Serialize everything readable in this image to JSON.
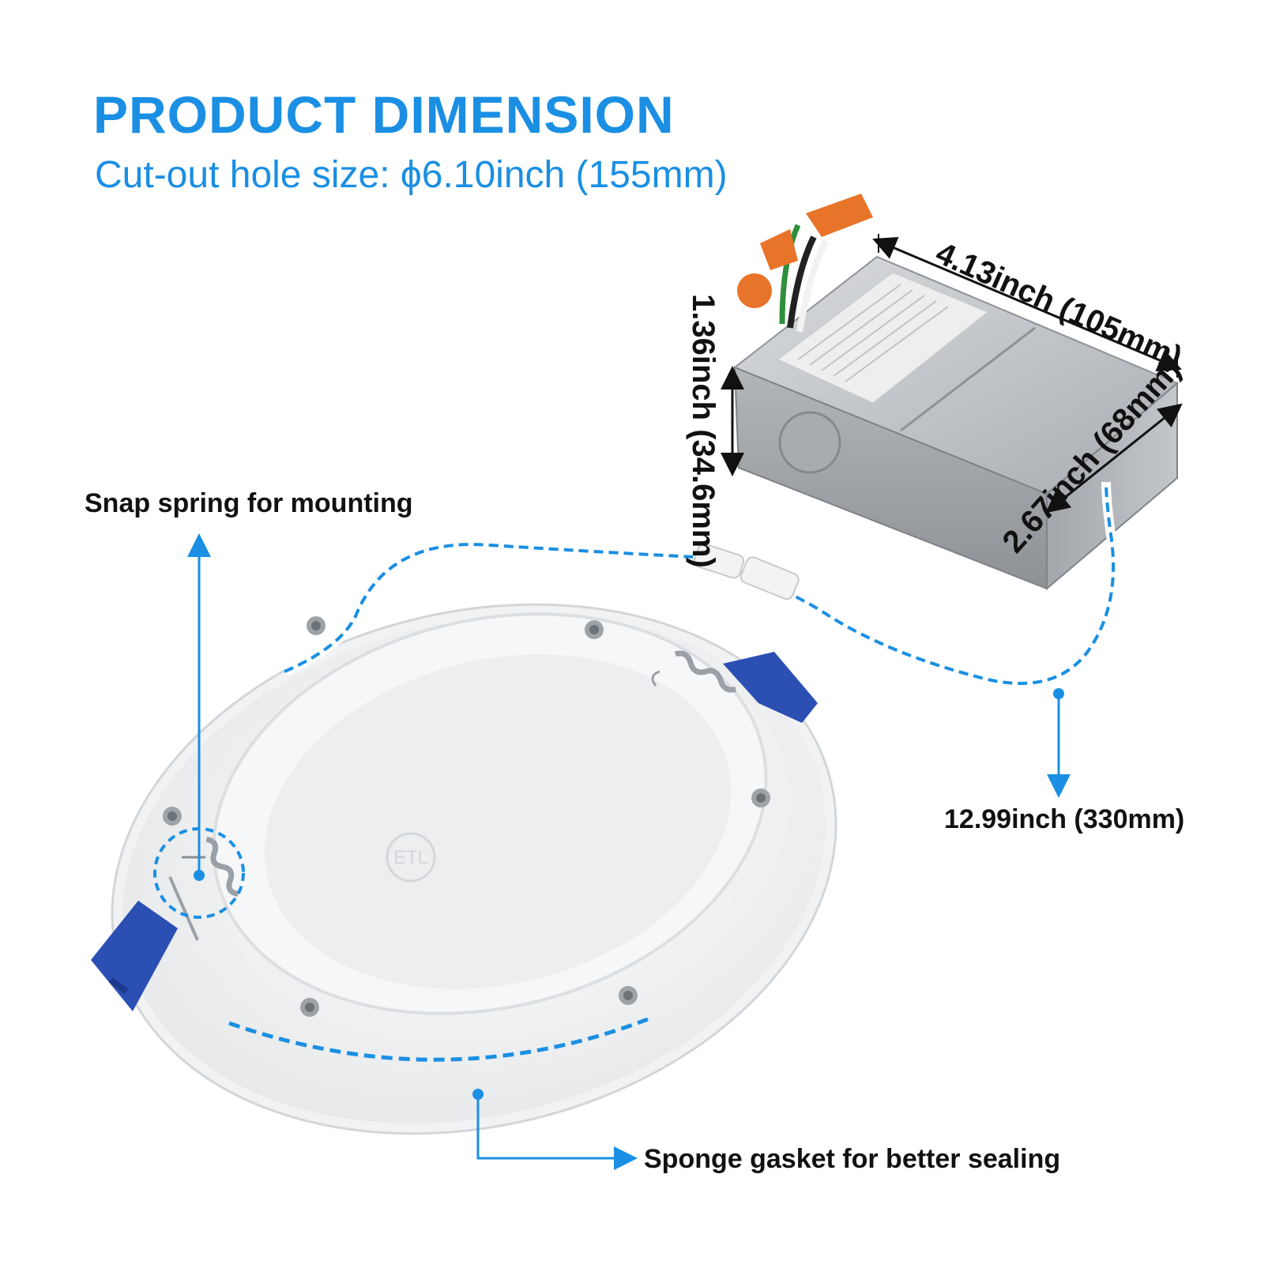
{
  "header": {
    "title": "PRODUCT DIMENSION",
    "subtitle": "Cut-out hole size: ϕ6.10inch (155mm)"
  },
  "callouts": {
    "snap_spring": "Snap spring for mounting",
    "sponge_gasket": "Sponge gasket for better sealing",
    "cable_length": "12.99inch (330mm)"
  },
  "box_dimensions": {
    "length": "4.13inch (105mm)",
    "width": "2.67inch (68mm)",
    "height": "1.36inch (34.6mm)"
  },
  "colors": {
    "accent": "#1a8fe3",
    "text": "#111111",
    "clip_blue": "#2c4fb3",
    "metal": "#b9bcc0",
    "wire_nut": "#e8742a"
  },
  "icons": [
    "junction-box-image",
    "downlight-panel-image",
    "spring-clip-image",
    "wire-nut-image",
    "arrow-icon"
  ]
}
